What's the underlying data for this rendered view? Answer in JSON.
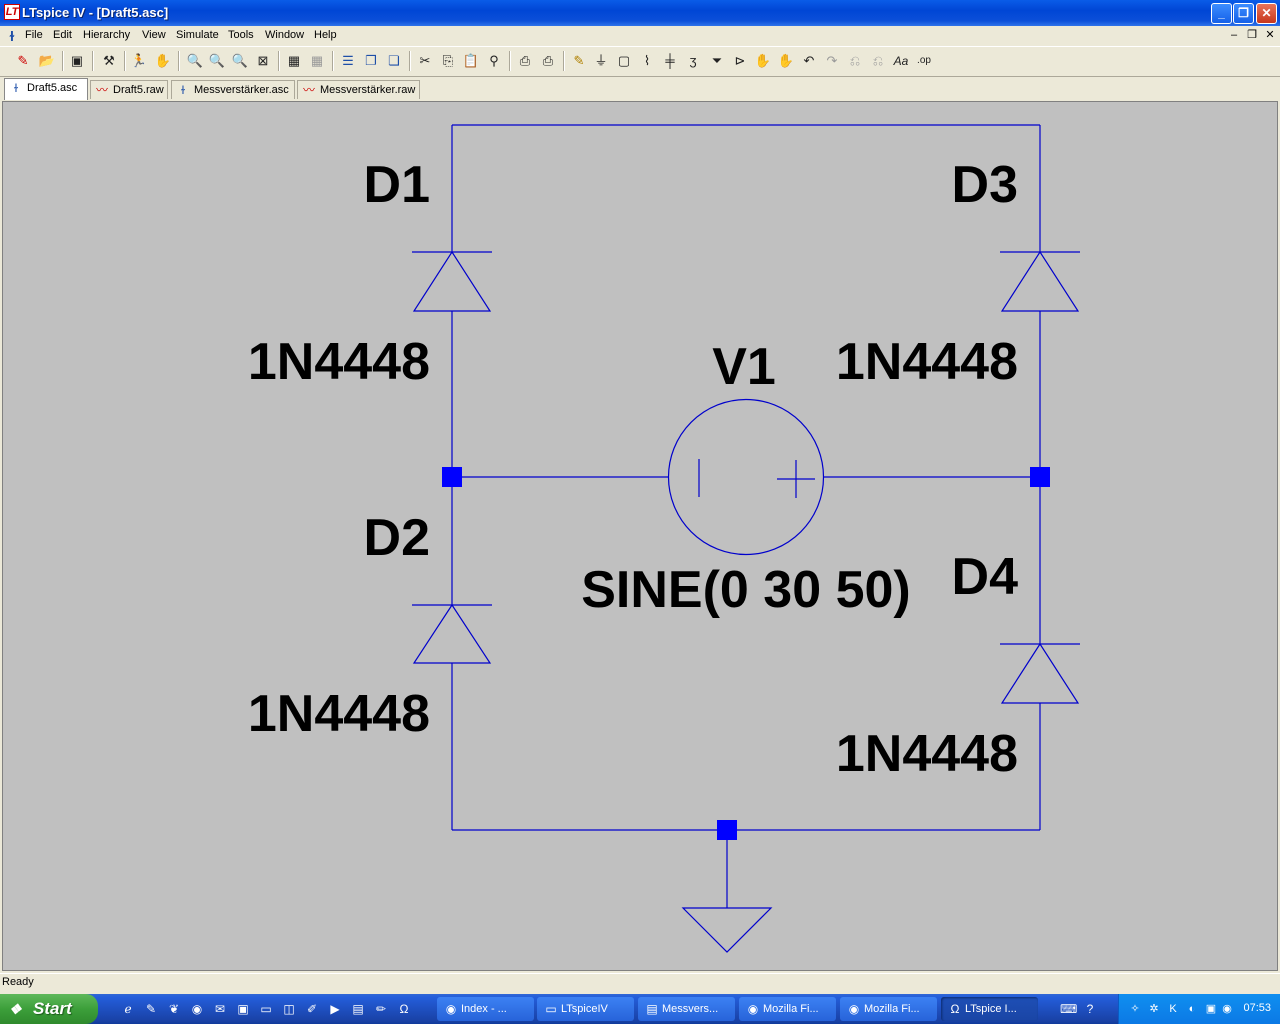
{
  "window": {
    "title": "LTspice IV - [Draft5.asc]",
    "app_icon_glyph": "LT"
  },
  "menu": [
    "File",
    "Edit",
    "Hierarchy",
    "View",
    "Simulate",
    "Tools",
    "Window",
    "Help"
  ],
  "tabs": [
    {
      "label": "Draft5.asc",
      "icon": "schematic-icon",
      "active": true
    },
    {
      "label": "Draft5.raw",
      "icon": "waveform-icon",
      "active": false
    },
    {
      "label": "Messverstärker.asc",
      "icon": "schematic-icon",
      "active": false
    },
    {
      "label": "Messverstärker.raw",
      "icon": "waveform-icon",
      "active": false
    }
  ],
  "schematic": {
    "components": [
      {
        "ref": "D1",
        "model": "1N4448"
      },
      {
        "ref": "D2",
        "model": "1N4448"
      },
      {
        "ref": "D3",
        "model": "1N4448"
      },
      {
        "ref": "D4",
        "model": "1N4448"
      },
      {
        "ref": "V1",
        "value": "SINE(0 30 50)"
      }
    ],
    "wire_color": "#0000cc",
    "junction_color": "#0000ff",
    "background_color": "#c0c0c0"
  },
  "status": {
    "text": "Ready"
  },
  "taskbar": {
    "start_label": "Start",
    "tasks": [
      {
        "label": "Index - ...",
        "icon": "firefox-icon",
        "active": false
      },
      {
        "label": "LTspiceIV",
        "icon": "folder-icon",
        "active": false
      },
      {
        "label": "Messvers...",
        "icon": "pdf-icon",
        "active": false
      },
      {
        "label": "Mozilla Fi...",
        "icon": "firefox-icon",
        "active": false
      },
      {
        "label": "Mozilla Fi...",
        "icon": "firefox-icon",
        "active": false
      },
      {
        "label": "LTspice I...",
        "icon": "ltspice-icon",
        "active": true
      }
    ],
    "clock": "07:53"
  }
}
